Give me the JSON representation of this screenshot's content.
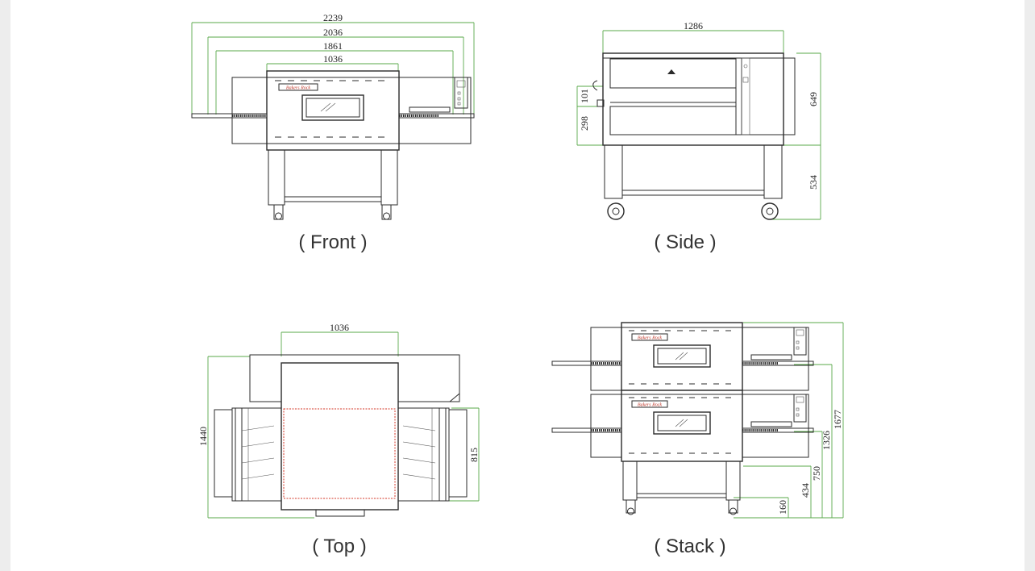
{
  "views": {
    "front": {
      "caption": "( Front )",
      "dims": {
        "overall": "2239",
        "conveyor": "2036",
        "belt": "1861",
        "chamber": "1036"
      },
      "brand": "Bakers Rock"
    },
    "side": {
      "caption": "( Side )",
      "dims": {
        "depth": "1286",
        "height": "649",
        "leg": "534",
        "opening": "101",
        "conveyor_height": "298"
      }
    },
    "top": {
      "caption": "( Top )",
      "dims": {
        "width": "1036",
        "depth": "1440",
        "belt_width": "815"
      }
    },
    "stack": {
      "caption": "( Stack )",
      "dims": {
        "total": "1677",
        "upper_conveyor": "1326",
        "lower_conveyor": "750",
        "leg": "434",
        "base": "160"
      },
      "brand_top": "Bakers Rock",
      "brand_bottom": "Bakers Rock"
    }
  },
  "colors": {
    "dimension_lines": "#5aa84a",
    "outline": "#2b2b2b",
    "baking_area": "#d43a2a",
    "sheet": "#ffffff",
    "margin": "#ededed"
  }
}
